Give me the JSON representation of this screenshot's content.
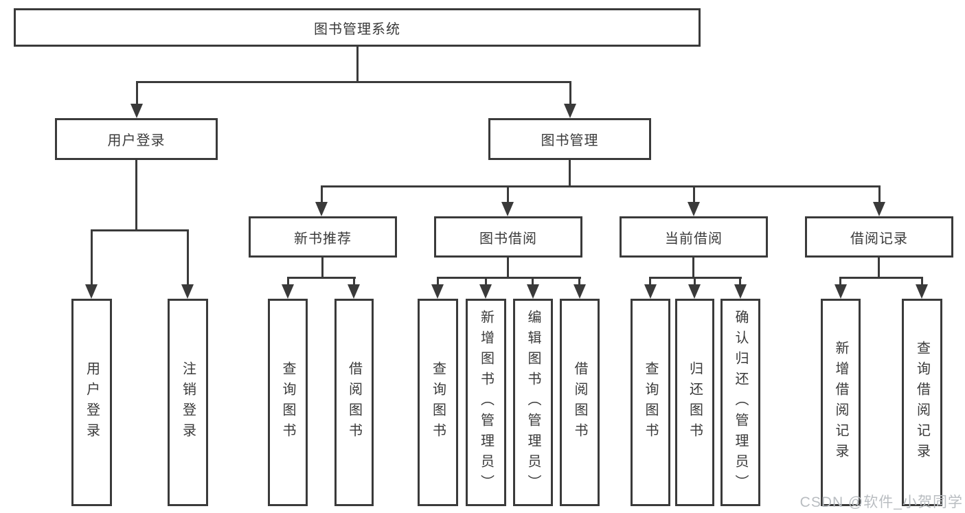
{
  "tree": {
    "root": "图书管理系统",
    "branches": [
      {
        "label": "用户登录",
        "children": [
          "用户登录",
          "注销登录"
        ]
      },
      {
        "label": "图书管理",
        "groups": [
          {
            "label": "新书推荐",
            "children": [
              "查询图书",
              "借阅图书"
            ]
          },
          {
            "label": "图书借阅",
            "children": [
              "查询图书",
              "新增图书（管理员）",
              "编辑图书（管理员）",
              "借阅图书"
            ]
          },
          {
            "label": "当前借阅",
            "children": [
              "查询图书",
              "归还图书",
              "确认归还（管理员）"
            ]
          },
          {
            "label": "借阅记录",
            "children": [
              "新增借阅记录",
              "查询借阅记录"
            ]
          }
        ]
      }
    ]
  },
  "watermark": {
    "text": "CSDN @软件_小贺同学"
  },
  "colors": {
    "line": "#3a3a3a",
    "text": "#3a3a3a",
    "watermark": "#b9bdc1",
    "background": "#ffffff"
  }
}
